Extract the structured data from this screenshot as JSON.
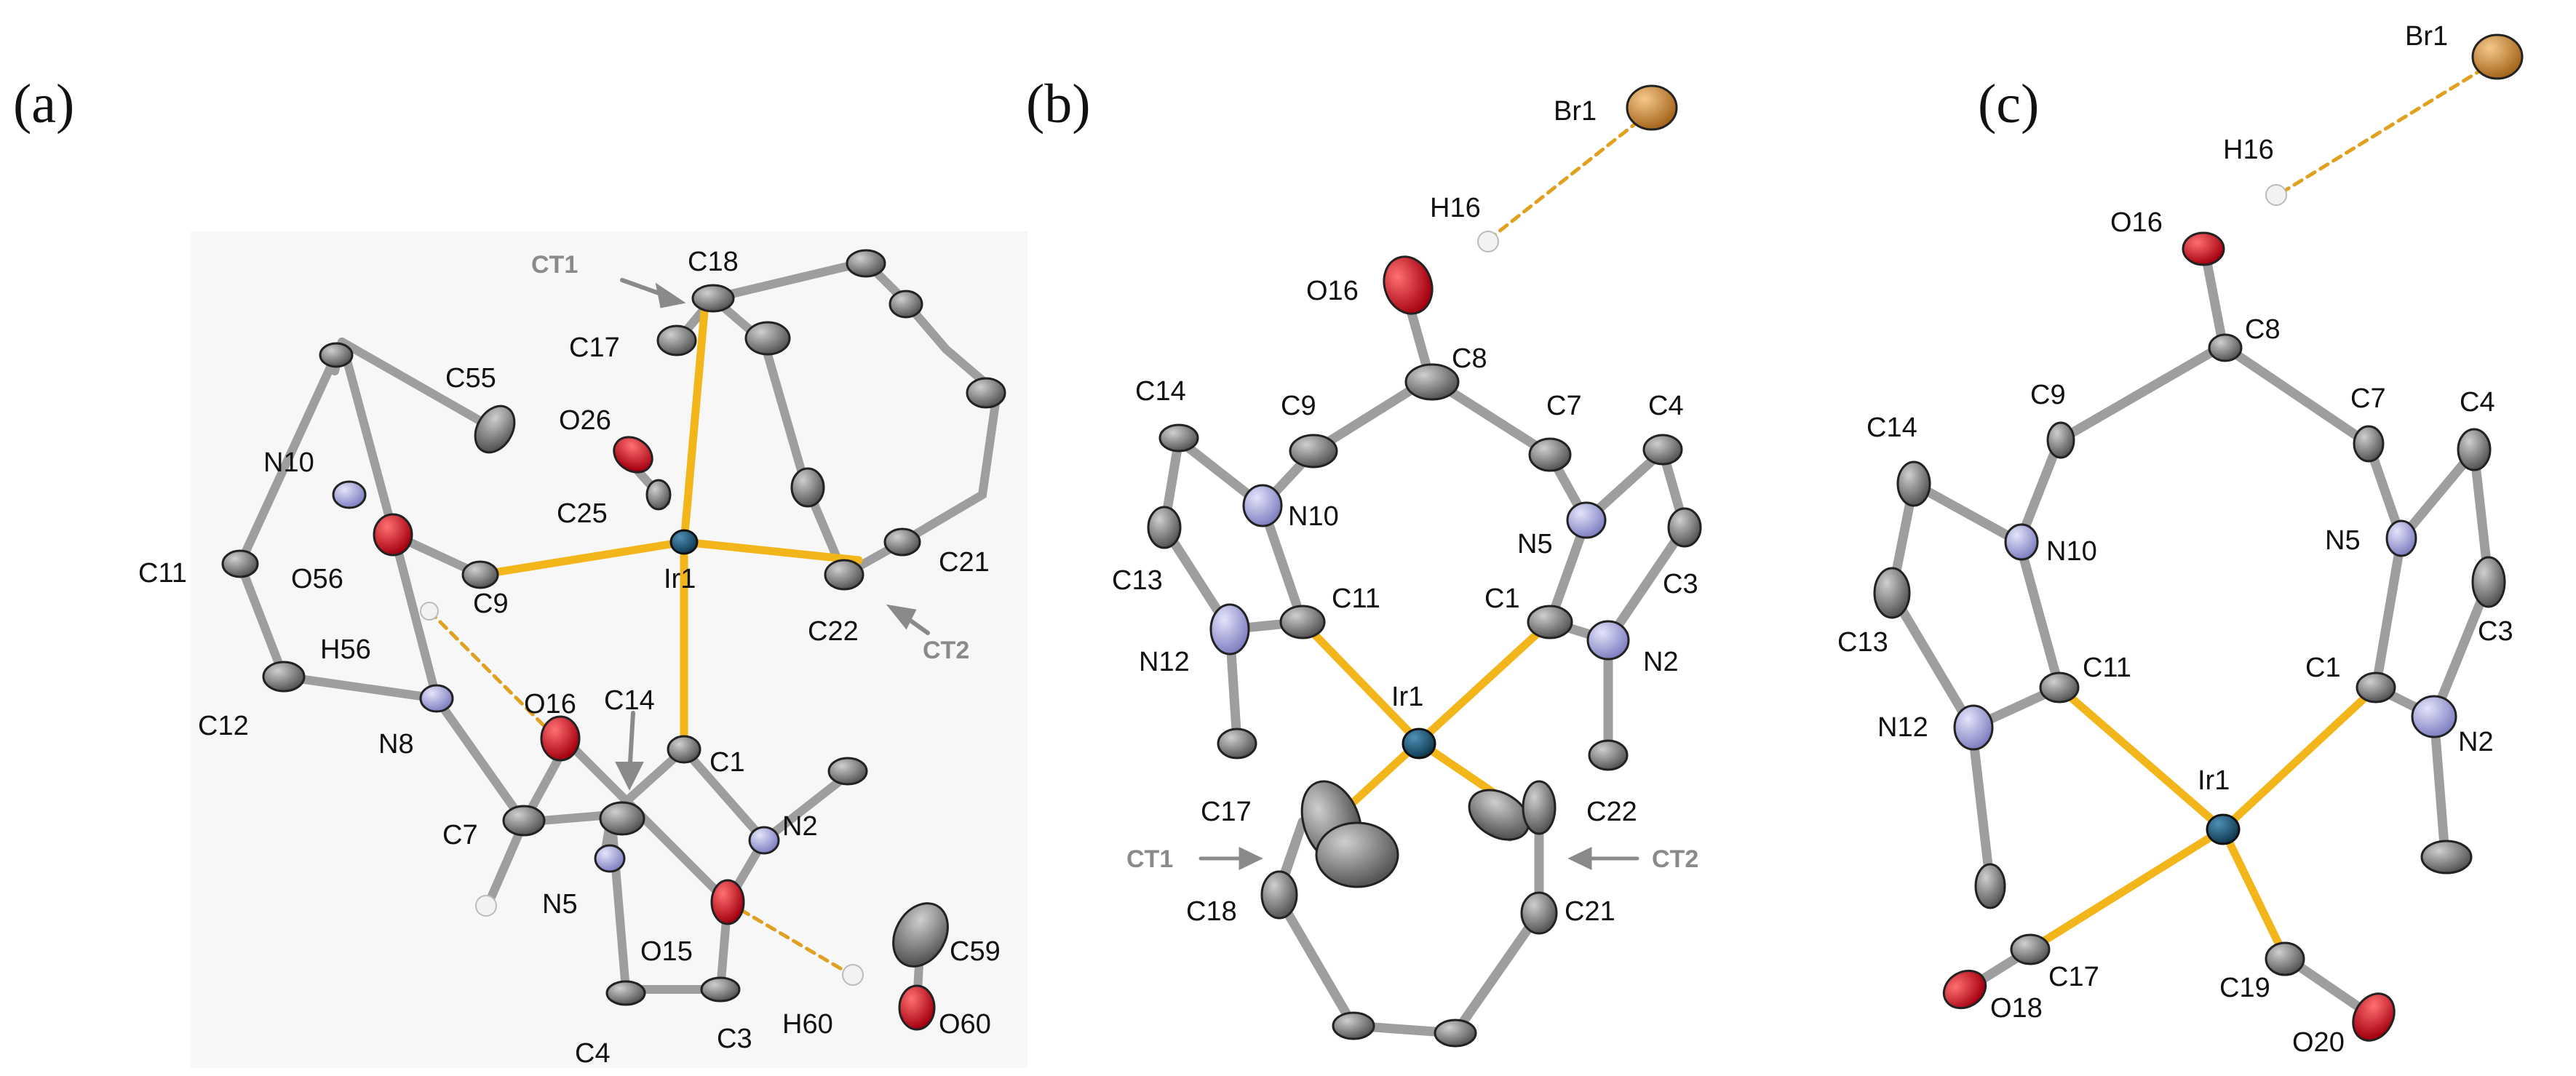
{
  "panels": [
    {
      "letter": "(a)",
      "labels": [
        "CT1",
        "C18",
        "C17",
        "C55",
        "O26",
        "N10",
        "C25",
        "Ir1",
        "C11",
        "O56",
        "C9",
        "C21",
        "C22",
        "CT2",
        "H56",
        "C12",
        "O16",
        "C14",
        "N8",
        "C1",
        "C7",
        "N2",
        "N5",
        "O15",
        "C59",
        "H60",
        "O60",
        "C4",
        "C3"
      ]
    },
    {
      "letter": "(b)",
      "labels": [
        "Br1",
        "H16",
        "O16",
        "C8",
        "C14",
        "C9",
        "C7",
        "C4",
        "N10",
        "N5",
        "C13",
        "C11",
        "C1",
        "C3",
        "N12",
        "N2",
        "Ir1",
        "C17",
        "C22",
        "CT1",
        "CT2",
        "C18",
        "C21"
      ]
    },
    {
      "letter": "(c)",
      "labels": [
        "Br1",
        "H16",
        "O16",
        "C8",
        "C9",
        "C7",
        "C14",
        "C4",
        "N10",
        "N5",
        "C13",
        "C11",
        "C1",
        "C3",
        "N12",
        "N2",
        "Ir1",
        "C17",
        "C19",
        "O18",
        "O20"
      ]
    }
  ],
  "colors": {
    "carbon": "#6e6e6e",
    "nitrogen": "#a9a9e0",
    "oxygen": "#d0121b",
    "iridium": "#1c5a7c",
    "bromine": "#c98a3c",
    "hydrogen": "#f2f2f2",
    "bond": "#aaaaaa",
    "metal_bond": "#f2b51a",
    "h_bond": "#e0a020"
  }
}
